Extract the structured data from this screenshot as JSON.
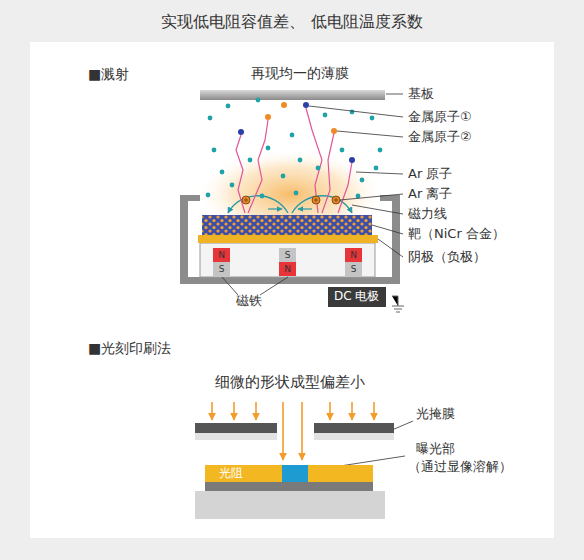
{
  "diagram": {
    "title": "实现低电阻容值差、 低电阻温度系数",
    "nodes": [
      {
        "text": [
          "N",
          "S"
        ]
      },
      {
        "text": [
          "S",
          "N"
        ]
      },
      {
        "text": [
          "N",
          "S"
        ]
      },
      {
        "text": [
          "DC 电极"
        ]
      },
      {
        "text": [
          "光阻"
        ]
      }
    ],
    "labels": [
      "■溅射",
      "再现均一的薄膜",
      "基板",
      "金属原子①",
      "金属原子②",
      "Ar 原子",
      "Ar 离子",
      "磁力线",
      "靶（NiCr 合金）",
      "阴极（负极）",
      "磁铁",
      "■光刻印刷法",
      "细微的形状成型偏差小",
      "光掩膜",
      "曝光部",
      "（通过显像溶解）"
    ]
  }
}
